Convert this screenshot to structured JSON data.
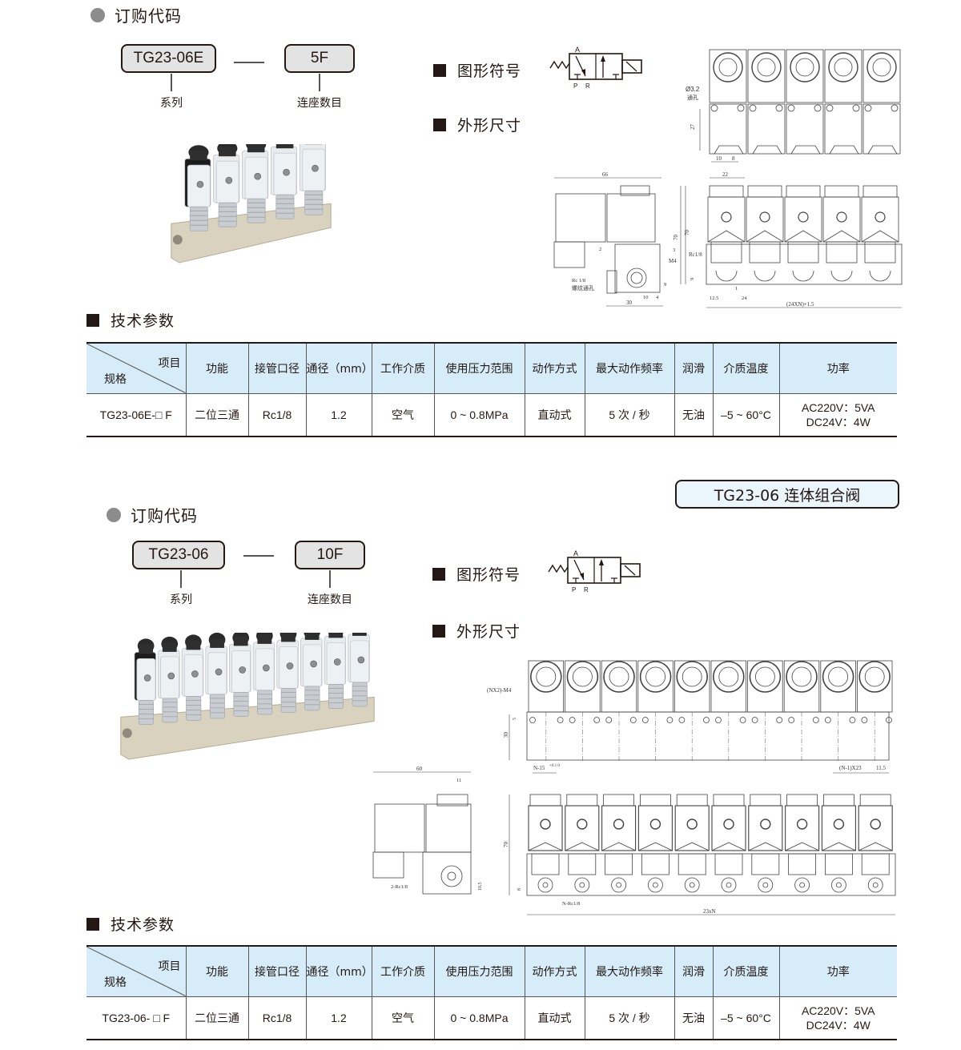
{
  "sections": [
    {
      "order_code": {
        "heading": "订购代码",
        "series_code": "TG23-06E",
        "count_code": "5F",
        "series_label": "系列",
        "count_label": "连座数目"
      },
      "symbol": {
        "heading": "图形符号",
        "port_a": "A",
        "port_p": "P",
        "port_r": "R"
      },
      "dimensions": {
        "heading": "外形尺寸",
        "top_view": {
          "dia_label": "Ø3.2",
          "hole_label": "通孔",
          "dim_height": "27",
          "dim_a": "10",
          "dim_b": "8",
          "valves": 5
        },
        "side_view": {
          "width": "66",
          "height": "70",
          "port_label": "Rc 1/8",
          "port_note": "螺纹通孔",
          "dim_2": "2",
          "dim_3": "3",
          "m4": "M4",
          "dim_9": "9",
          "dim_10": "10",
          "dim_4": "4",
          "dim_30": "30"
        },
        "front_view": {
          "pitch_top": "22",
          "height": "70",
          "port_label": "Rc1/8",
          "dim_9": "9",
          "dim_1": "1",
          "dim_12_5": "12.5",
          "dim_24": "24",
          "total": "(24XN)+1.5",
          "valves": 5
        }
      },
      "photo": {
        "alt": "TG23-06E 5-station solenoid valve manifold",
        "valves": 5
      },
      "tech_params": {
        "heading": "技术参数",
        "header_item": "项目",
        "header_spec": "规格",
        "columns": [
          "功能",
          "接管口径",
          "通径（mm）",
          "工作介质",
          "使用压力范围",
          "动作方式",
          "最大动作频率",
          "润滑",
          "介质温度",
          "功率"
        ],
        "row": {
          "spec": "TG23-06E-□ F",
          "values": [
            "二位三通",
            "Rc1/8",
            "1.2",
            "空气",
            "0 ~ 0.8MPa",
            "直动式",
            "5 次 / 秒",
            "无油",
            "–5 ~ 60°C"
          ],
          "power": [
            "AC220V：5VA",
            "DC24V：4W"
          ]
        }
      }
    },
    {
      "title": "TG23-06 连体组合阀",
      "order_code": {
        "heading": "订购代码",
        "series_code": "TG23-06",
        "count_code": "10F",
        "series_label": "系列",
        "count_label": "连座数目"
      },
      "symbol": {
        "heading": "图形符号",
        "port_a": "A",
        "port_p": "P",
        "port_r": "R"
      },
      "dimensions": {
        "heading": "外形尺寸",
        "top_view": {
          "holes_label": "(NX2)-M4",
          "dim_5": "5",
          "dim_30": "30",
          "dim_left": "N-15",
          "tol": "+0.1 0",
          "dim_right": "(N-1)X23",
          "dim_end": "11.5",
          "valves": 10
        },
        "side_view": {
          "width": "60",
          "dim_11": "11",
          "port_label": "2-Rc1/8",
          "dim_10_5": "10.5"
        },
        "front_view": {
          "height": "70",
          "dim_8": "8",
          "port_label": "N-Rc1/8",
          "total": "23xN",
          "valves": 10
        }
      },
      "photo": {
        "alt": "TG23-06 10-station solenoid valve manifold",
        "valves": 10
      },
      "tech_params": {
        "heading": "技术参数",
        "header_item": "项目",
        "header_spec": "规格",
        "columns": [
          "功能",
          "接管口径",
          "通径（mm）",
          "工作介质",
          "使用压力范围",
          "动作方式",
          "最大动作频率",
          "润滑",
          "介质温度",
          "功率"
        ],
        "row": {
          "spec": "TG23-06- □ F",
          "values": [
            "二位三通",
            "Rc1/8",
            "1.2",
            "空气",
            "0 ~ 0.8MPa",
            "直动式",
            "5 次 / 秒",
            "无油",
            "–5 ~ 60°C"
          ],
          "power": [
            "AC220V：5VA",
            "DC24V：4W"
          ]
        }
      }
    }
  ],
  "colors": {
    "table_header_bg": "#d6ecf8",
    "code_box_bg": "#e3e3e3",
    "title_pill_bg": "#eaf5fc",
    "dot": "#8c8c8c",
    "ink": "#231815"
  }
}
